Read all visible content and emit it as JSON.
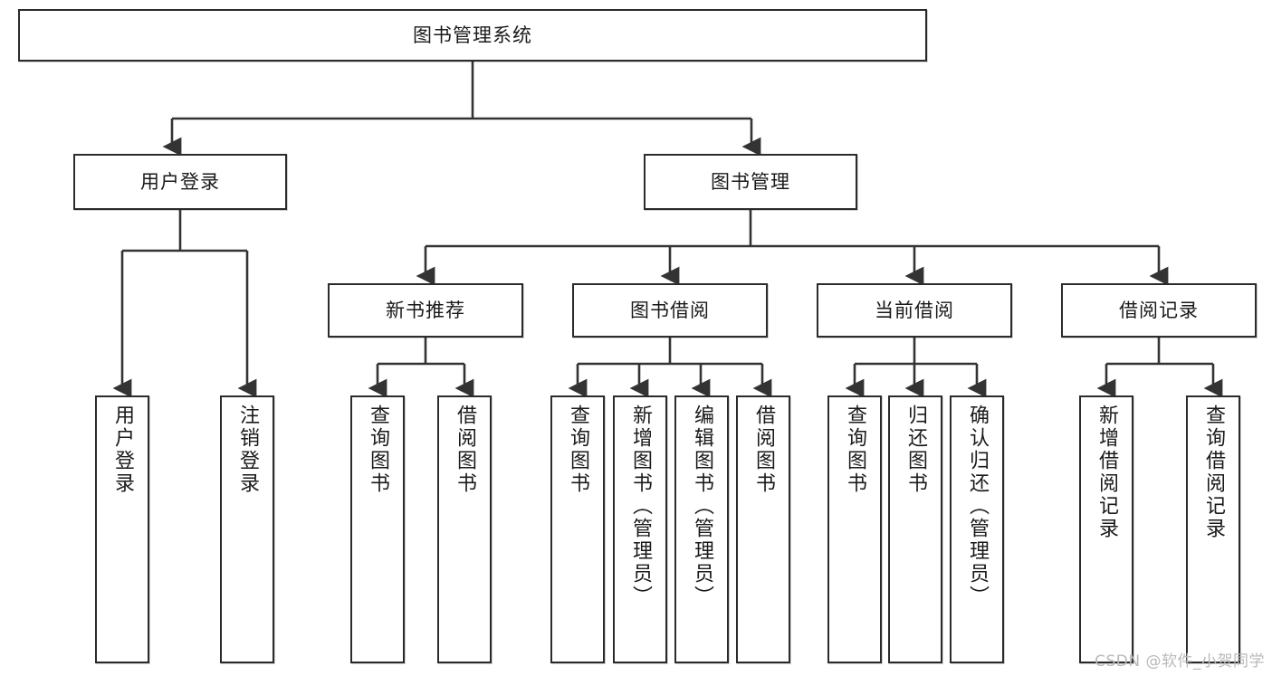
{
  "diagram": {
    "type": "tree-hierarchy",
    "title": "图书管理系统",
    "orientation": "top-down",
    "watermark": "CSDN @软件_小贺同学",
    "colors": {
      "box_border": "#2b2b2b",
      "box_fill": "#ffffff",
      "edge": "#333333",
      "text": "#1a1a1a",
      "watermark": "#b9b9b9",
      "background": "#ffffff"
    },
    "levels": [
      {
        "level": 0,
        "nodes": [
          {
            "id": "root",
            "label": "图书管理系统",
            "orientation": "horizontal"
          }
        ]
      },
      {
        "level": 1,
        "nodes": [
          {
            "id": "login",
            "label": "用户登录",
            "orientation": "horizontal",
            "parent": "root"
          },
          {
            "id": "bookmgmt",
            "label": "图书管理",
            "orientation": "horizontal",
            "parent": "root"
          }
        ]
      },
      {
        "level": 2,
        "nodes": [
          {
            "id": "newbook",
            "label": "新书推荐",
            "orientation": "horizontal",
            "parent": "bookmgmt"
          },
          {
            "id": "borrow",
            "label": "图书借阅",
            "orientation": "horizontal",
            "parent": "bookmgmt"
          },
          {
            "id": "current",
            "label": "当前借阅",
            "orientation": "horizontal",
            "parent": "bookmgmt"
          },
          {
            "id": "records",
            "label": "借阅记录",
            "orientation": "horizontal",
            "parent": "bookmgmt"
          }
        ]
      },
      {
        "level": 3,
        "nodes": [
          {
            "id": "leaf-user-login",
            "label": "用户登录",
            "orientation": "vertical",
            "parent": "login"
          },
          {
            "id": "leaf-logout",
            "label": "注销登录",
            "orientation": "vertical",
            "parent": "login"
          },
          {
            "id": "leaf-query-book-1",
            "label": "查询图书",
            "orientation": "vertical",
            "parent": "newbook"
          },
          {
            "id": "leaf-borrow-book-1",
            "label": "借阅图书",
            "orientation": "vertical",
            "parent": "newbook"
          },
          {
            "id": "leaf-query-book-2",
            "label": "查询图书",
            "orientation": "vertical",
            "parent": "borrow"
          },
          {
            "id": "leaf-add-book",
            "label": "新增图书（管理员）",
            "orientation": "vertical",
            "parent": "borrow"
          },
          {
            "id": "leaf-edit-book",
            "label": "编辑图书（管理员）",
            "orientation": "vertical",
            "parent": "borrow"
          },
          {
            "id": "leaf-borrow-book-2",
            "label": "借阅图书",
            "orientation": "vertical",
            "parent": "borrow"
          },
          {
            "id": "leaf-query-book-3",
            "label": "查询图书",
            "orientation": "vertical",
            "parent": "current"
          },
          {
            "id": "leaf-return-book",
            "label": "归还图书",
            "orientation": "vertical",
            "parent": "current"
          },
          {
            "id": "leaf-confirm-return",
            "label": "确认归还（管理员）",
            "orientation": "vertical",
            "parent": "current"
          },
          {
            "id": "leaf-add-record",
            "label": "新增借阅记录",
            "orientation": "vertical",
            "parent": "records"
          },
          {
            "id": "leaf-query-record",
            "label": "查询借阅记录",
            "orientation": "vertical",
            "parent": "records"
          }
        ]
      }
    ]
  }
}
